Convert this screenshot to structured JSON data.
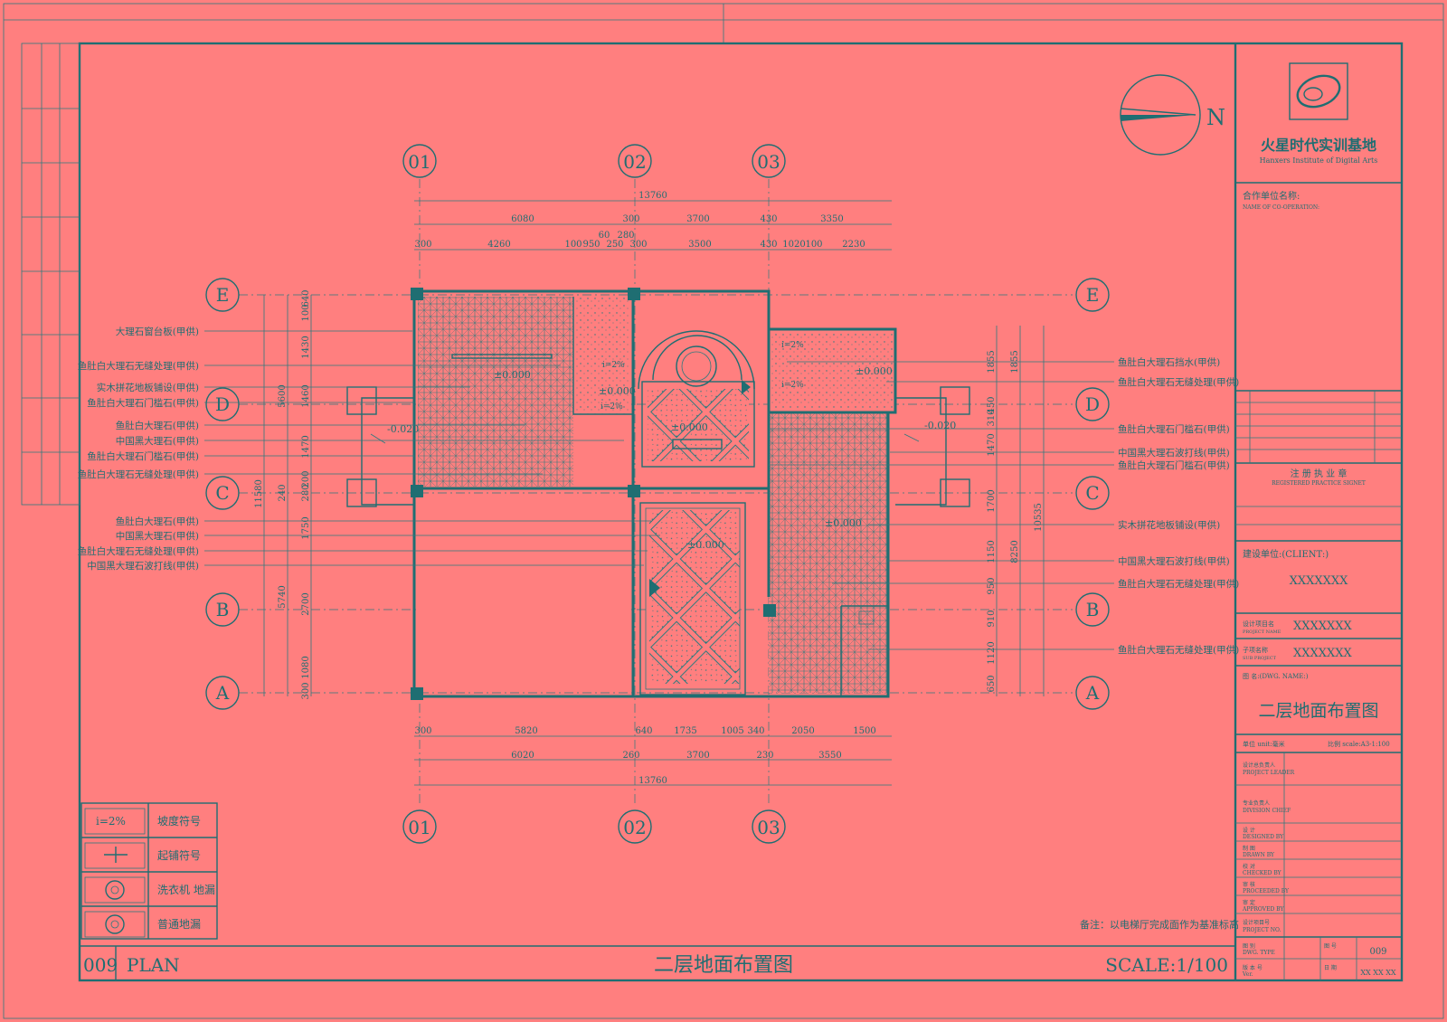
{
  "drawing": {
    "title": "二层地面布置图",
    "sheet_no": "009",
    "plan_label": "PLAN",
    "scale": "SCALE:1/100",
    "north": "N",
    "note": "备注：以电梯厅完成面作为基准标高"
  },
  "axes": {
    "columns": [
      "01",
      "02",
      "03"
    ],
    "rows_left": [
      "E",
      "D",
      "C",
      "B",
      "A"
    ],
    "rows_right": [
      "E",
      "D",
      "C",
      "B",
      "A"
    ]
  },
  "dims_top": {
    "total": "13760",
    "row1": [
      "6080",
      "300",
      "3700",
      "430",
      "3350"
    ],
    "row2": [
      "300",
      "4260",
      "100",
      "950",
      "60",
      "250",
      "280",
      "300",
      "3500",
      "430",
      "1020",
      "100",
      "2230"
    ]
  },
  "dims_bottom": {
    "total": "13760",
    "row1": [
      "300",
      "5820",
      "640",
      "1735",
      "1005",
      "340",
      "2050",
      "1500"
    ],
    "row2": [
      "6020",
      "260",
      "3700",
      "230",
      "3550"
    ]
  },
  "dims_left": {
    "outer": [
      "11580"
    ],
    "mid": [
      "5600",
      "240",
      "5740"
    ],
    "inner": [
      "640",
      "100",
      "1430",
      "1460",
      "1470",
      "200",
      "280",
      "1750",
      "2700",
      "1080",
      "300"
    ]
  },
  "dims_right": {
    "outer": [
      "10535"
    ],
    "mid": [
      "1855",
      "8250"
    ],
    "inner": [
      "1855",
      "450",
      "310",
      "1470",
      "1700",
      "1150",
      "950",
      "910",
      "1120",
      "650"
    ]
  },
  "levels": {
    "living": "±0.000",
    "bath": "±0.000",
    "bath2": "±0.000",
    "stair": "±0.000",
    "hall": "±0.000",
    "bed": "±0.000",
    "bed_right": "±0.000",
    "balcony_left": "-0.020",
    "balcony_right": "-0.020",
    "slope1": "i=2%",
    "slope2": "i=2%",
    "slope3": "i=2%",
    "slope4": "i=2%"
  },
  "labels_left": [
    "大理石窗台板(甲供)",
    "鱼肚白大理石无缝处理(甲供)",
    "实木拼花地板铺设(甲供)",
    "鱼肚白大理石门槛石(甲供)",
    "鱼肚白大理石(甲供)",
    "中国黑大理石(甲供)",
    "鱼肚白大理石门槛石(甲供)",
    "鱼肚白大理石无缝处理(甲供)",
    "鱼肚白大理石(甲供)",
    "中国黑大理石(甲供)",
    "鱼肚白大理石无缝处理(甲供)",
    "中国黑大理石波打线(甲供)"
  ],
  "labels_right": [
    "鱼肚白大理石挡水(甲供)",
    "鱼肚白大理石无缝处理(甲供)",
    "鱼肚白大理石门槛石(甲供)",
    "中国黑大理石波打线(甲供)",
    "鱼肚白大理石门槛石(甲供)",
    "实木拼花地板铺设(甲供)",
    "中国黑大理石波打线(甲供)",
    "鱼肚白大理石无缝处理(甲供)",
    "鱼肚白大理石无缝处理(甲供)"
  ],
  "legend": [
    {
      "symbol": "i=2%",
      "text": "坡度符号"
    },
    {
      "symbol": "",
      "text": "起铺符号"
    },
    {
      "symbol": "",
      "text": "洗衣机 地漏"
    },
    {
      "symbol": "",
      "text": "普通地漏"
    }
  ],
  "title_block": {
    "company_cn": "火星时代实训基地",
    "company_en": "Hanxers Institute of Digital Arts",
    "coop_label": "合作单位名称:",
    "coop_en": "NAME OF CO-OPERATION:",
    "stamp_cn": "注 册 执 业 章",
    "stamp_en": "REGISTERED PRACTICE SIGNET",
    "client_label": "建设单位:(CLIENT:)",
    "client": "XXXXXXX",
    "project_label": "设计项目名",
    "project_label_en": "PROJECT NAME",
    "project": "XXXXXXX",
    "sub_label": "子项名称",
    "sub_label_en": "SUB PROJECT",
    "sub": "XXXXXXX",
    "dwg_name_label": "图 名:(DWG. NAME:)",
    "dwg_name": "二层地面布置图",
    "unit": "单位 unit:毫米",
    "scale": "比例 scale:A3-1:100",
    "roles": [
      {
        "cn": "设计总负责人",
        "en": "PROJECT LEADER"
      },
      {
        "cn": "专业负责人",
        "en": "DIVISION CHIEF"
      },
      {
        "cn": "设 计",
        "en": "DESIGNED BY"
      },
      {
        "cn": "制 图",
        "en": "DRAWN BY"
      },
      {
        "cn": "校 对",
        "en": "CHECKED BY"
      },
      {
        "cn": "审 核",
        "en": "PROCEEDED BY"
      },
      {
        "cn": "审 定",
        "en": "APPROVED BY"
      },
      {
        "cn": "设计项目号",
        "en": "PROJECT NO."
      },
      {
        "cn": "图 别",
        "en": "DWG. TYPE"
      },
      {
        "cn": "版 本 号",
        "en": "Ver."
      }
    ],
    "dwg_no_label": "图 号",
    "dwg_no": "009",
    "date_label": "日 期",
    "date": "XX XX XX"
  },
  "colors": {
    "background": "#ff7f7f",
    "line": "#1f6e72"
  }
}
